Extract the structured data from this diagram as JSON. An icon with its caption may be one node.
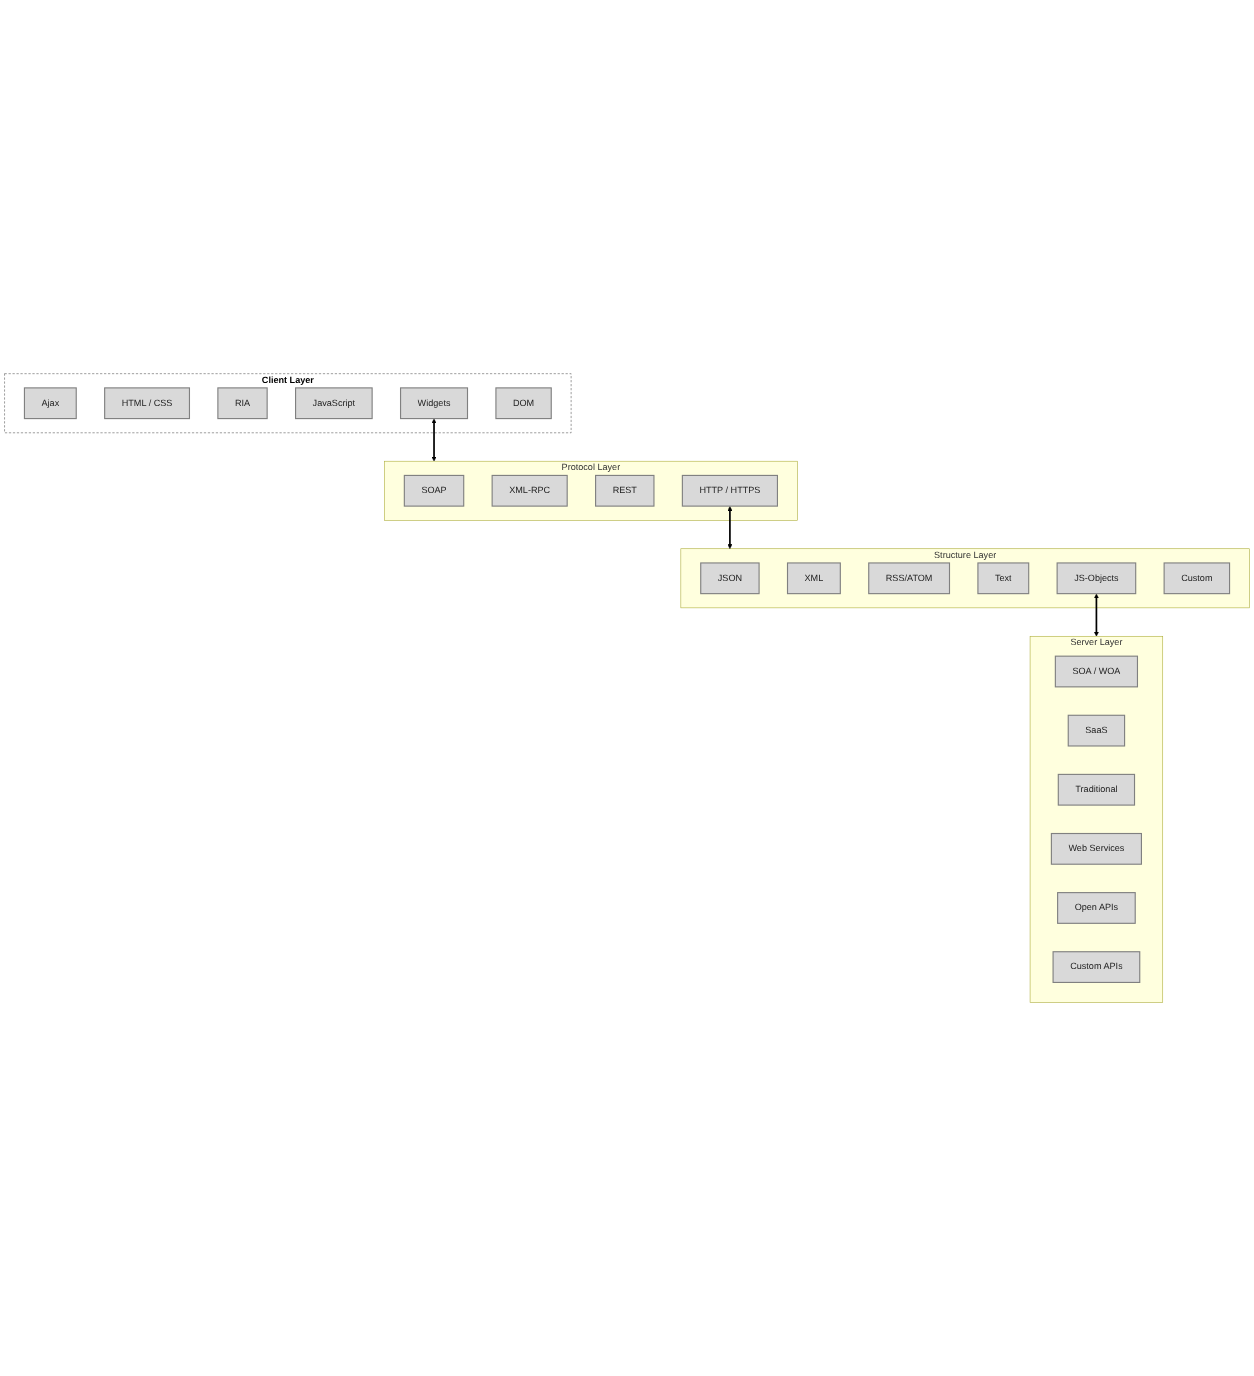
{
  "diagram": {
    "nodes": [
      {
        "text": [
          "Client Layer"
        ]
      },
      {
        "text": [
          "Ajax"
        ],
        "in": 0
      },
      {
        "text": [
          "HTML / CSS"
        ],
        "in": 0
      },
      {
        "text": [
          "RIA"
        ],
        "in": 0
      },
      {
        "text": [
          "JavaScript"
        ],
        "in": 0
      },
      {
        "text": [
          "Widgets"
        ],
        "in": 0
      },
      {
        "text": [
          "DOM"
        ],
        "in": 0
      },
      {
        "text": [
          "Protocol Layer"
        ]
      },
      {
        "text": [
          "SOAP"
        ],
        "in": 7
      },
      {
        "text": [
          "XML-RPC"
        ],
        "in": 7
      },
      {
        "text": [
          "REST"
        ],
        "in": 7
      },
      {
        "text": [
          "HTTP / HTTPS"
        ],
        "in": 7
      },
      {
        "text": [
          "Structure Layer"
        ]
      },
      {
        "text": [
          "JSON"
        ],
        "in": 12
      },
      {
        "text": [
          "XML"
        ],
        "in": 12
      },
      {
        "text": [
          "RSS/ATOM"
        ],
        "in": 12
      },
      {
        "text": [
          "Text"
        ],
        "in": 12
      },
      {
        "text": [
          "JS-Objects"
        ],
        "in": 12
      },
      {
        "text": [
          "Custom"
        ],
        "in": 12
      },
      {
        "text": [
          "Server Layer"
        ]
      },
      {
        "text": [
          "SOA / WOA"
        ],
        "in": 19
      },
      {
        "text": [
          "SaaS"
        ],
        "in": 19
      },
      {
        "text": [
          "Traditional"
        ],
        "in": 19
      },
      {
        "text": [
          "Web Services"
        ],
        "in": 19
      },
      {
        "text": [
          "Open APIs"
        ],
        "in": 19
      },
      {
        "text": [
          "Custom APIs"
        ],
        "in": 19
      }
    ],
    "edges": [
      {
        "from": 5,
        "to": 7,
        "arrow": "both"
      },
      {
        "from": 11,
        "to": 12,
        "arrow": "both"
      },
      {
        "from": 17,
        "to": 19,
        "arrow": "both"
      }
    ]
  }
}
